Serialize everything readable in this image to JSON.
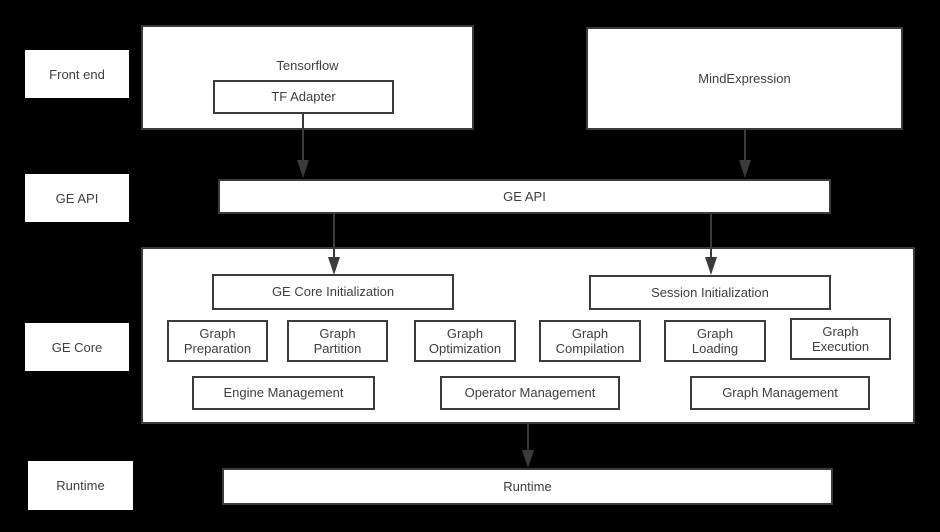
{
  "diagram": {
    "title": "GE architecture layered diagram",
    "background_color": "#000000",
    "box_fill": "#ffffff",
    "box_border": "#3b3b3b",
    "text_color": "#3f3f3f"
  },
  "layer_labels": [
    {
      "id": "front-end",
      "label": "Front end"
    },
    {
      "id": "ge-api",
      "label": "GE API"
    },
    {
      "id": "ge-core",
      "label": "GE Core"
    },
    {
      "id": "runtime",
      "label": "Runtime"
    }
  ],
  "frontend": {
    "tensorflow": {
      "label": "Tensorflow",
      "child": {
        "label": "TF Adapter"
      }
    },
    "mindexpression": {
      "label": "MindExpression"
    }
  },
  "ge_api_bar": {
    "label": "GE API"
  },
  "ge_core": {
    "init_blocks": [
      {
        "label": "GE Core Initialization"
      },
      {
        "label": "Session Initialization"
      }
    ],
    "modules": [
      {
        "label": "Graph\nPreparation"
      },
      {
        "label": "Graph\nPartition"
      },
      {
        "label": "Graph\nOptimization"
      },
      {
        "label": "Graph\nCompilation"
      },
      {
        "label": "Graph\nLoading"
      },
      {
        "label": "Graph\nExecution"
      }
    ],
    "management": [
      {
        "label": "Engine Management"
      },
      {
        "label": "Operator Management"
      },
      {
        "label": "Graph Management"
      }
    ]
  },
  "runtime_bar": {
    "label": "Runtime"
  },
  "arrows": [
    {
      "id": "tf-adapter-to-ge-api",
      "from": "TF Adapter",
      "to": "GE API"
    },
    {
      "id": "mindexpression-to-ge-api",
      "from": "MindExpression",
      "to": "GE API"
    },
    {
      "id": "ge-api-to-ge-core-init",
      "from": "GE API",
      "to": "GE Core Initialization"
    },
    {
      "id": "ge-api-to-session-init",
      "from": "GE API",
      "to": "Session Initialization"
    },
    {
      "id": "ge-core-to-runtime",
      "from": "GE Core",
      "to": "Runtime"
    }
  ]
}
